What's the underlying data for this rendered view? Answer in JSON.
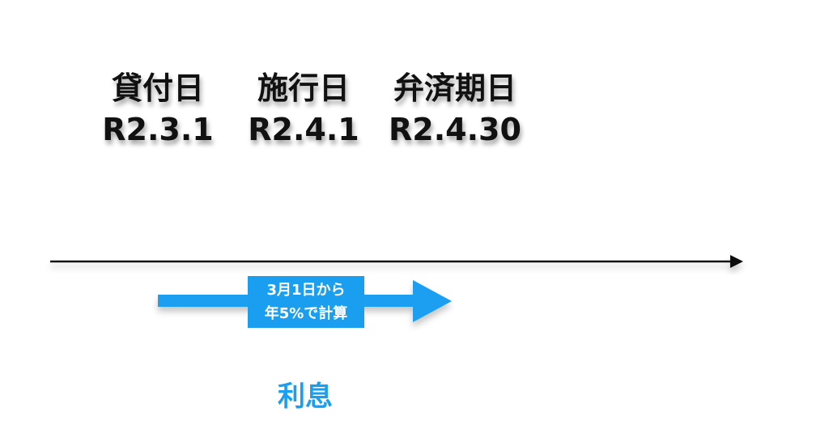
{
  "events": [
    {
      "name": "貸付日",
      "date": "R2.3.1"
    },
    {
      "name": "施行日",
      "date": "R2.4.1"
    },
    {
      "name": "弁済期日",
      "date": "R2.4.30"
    }
  ],
  "period_note": {
    "line1": "3月1日から",
    "line2": "年5%で計算"
  },
  "interest_label": "利息",
  "colors": {
    "accent": "#1a9ff0",
    "line": "#111111"
  }
}
